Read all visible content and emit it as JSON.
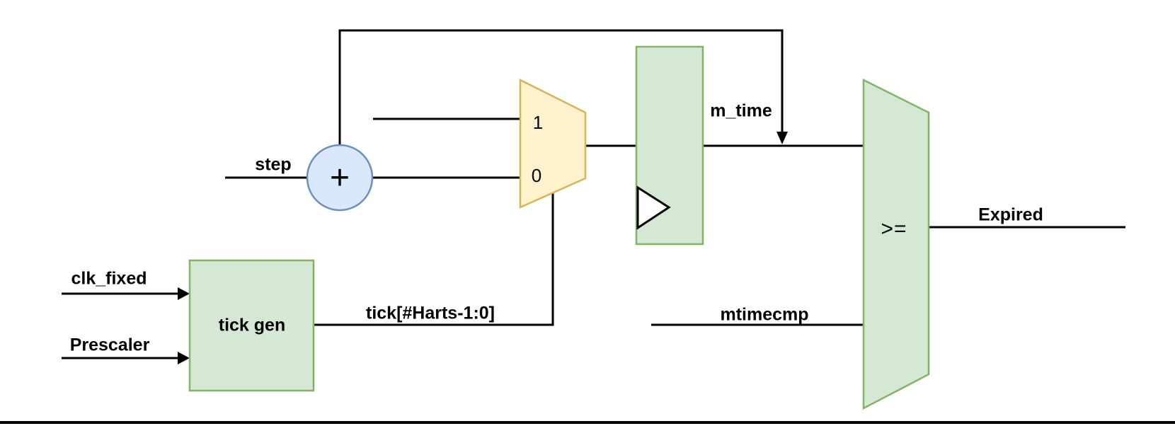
{
  "colors": {
    "green_fill": "#d5e8d4",
    "green_stroke": "#82b366",
    "yellow_fill": "#fff2cc",
    "yellow_stroke": "#d6b656",
    "blue_fill": "#dae8fc",
    "blue_stroke": "#6c8ebf",
    "wire": "#000000",
    "background": "#ffffff"
  },
  "blocks": {
    "tick_gen_label": "tick gen",
    "adder_symbol": "+",
    "mux_input_1": "1",
    "mux_input_0": "0",
    "comparator_symbol": ">="
  },
  "signals": {
    "clk_fixed": "clk_fixed",
    "prescaler": "Prescaler",
    "step": "step",
    "tick_bus": "tick[#Harts-1:0]",
    "m_time": "m_time",
    "mtimecmp": "mtimecmp",
    "expired": "Expired"
  }
}
